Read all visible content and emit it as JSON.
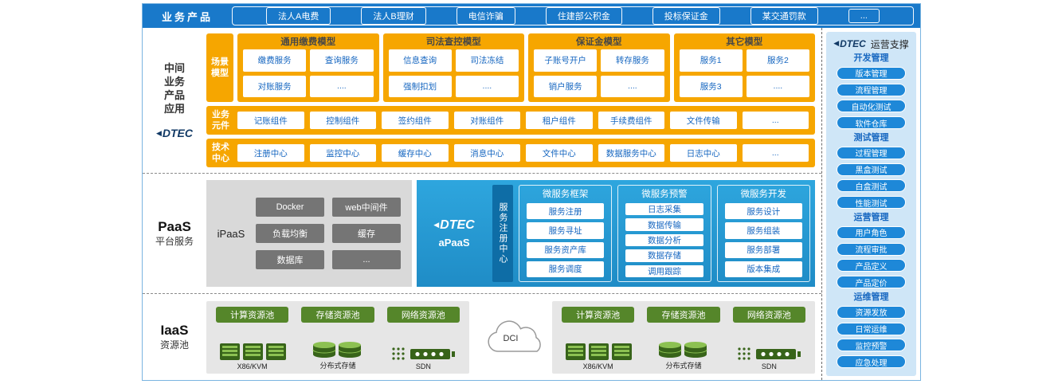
{
  "top_bar": {
    "label": "业务产品",
    "products": [
      "法人A电费",
      "法人B理财",
      "电信诈骗",
      "住建部公积金",
      "投标保证金",
      "某交通罚款",
      "..."
    ]
  },
  "middle": {
    "label_lines": [
      "中间",
      "业务",
      "产品",
      "应用"
    ],
    "brand": "DTEC",
    "scene_label": [
      "场景",
      "模型"
    ],
    "scene_groups": [
      {
        "title": "通用缴费模型",
        "items": [
          "缴费服务",
          "查询服务",
          "对账服务",
          "...."
        ]
      },
      {
        "title": "司法查控模型",
        "items": [
          "信息查询",
          "司法冻结",
          "强制扣划",
          "...."
        ]
      },
      {
        "title": "保证金模型",
        "items": [
          "子账号开户",
          "转存服务",
          "销户服务",
          "...."
        ]
      },
      {
        "title": "其它模型",
        "items": [
          "服务1",
          "服务2",
          "服务3",
          "...."
        ]
      }
    ],
    "business_label": [
      "业务",
      "元件"
    ],
    "business_items": [
      "记账组件",
      "控制组件",
      "签约组件",
      "对账组件",
      "租户组件",
      "手续费组件",
      "文件传输",
      "..."
    ],
    "tech_label": [
      "技术",
      "中心"
    ],
    "tech_items": [
      "注册中心",
      "监控中心",
      "缓存中心",
      "消息中心",
      "文件中心",
      "数据服务中心",
      "日志中心",
      "..."
    ]
  },
  "paas": {
    "label": "PaaS",
    "sublabel": "平台服务",
    "ipaas": {
      "label": "iPaaS",
      "items": [
        "Docker",
        "web中间件",
        "负载均衡",
        "缓存",
        "数据库",
        "..."
      ]
    },
    "apaas": {
      "brand": "DTEC",
      "label": "aPaaS",
      "register": "服务注册中心",
      "columns": [
        {
          "title": "微服务框架",
          "items": [
            "服务注册",
            "服务寻址",
            "服务资产库",
            "服务调度"
          ]
        },
        {
          "title": "微服务预警",
          "items": [
            "日志采集",
            "数据传输",
            "数据分析",
            "数据存储",
            "调用跟踪"
          ]
        },
        {
          "title": "微服务开发",
          "items": [
            "服务设计",
            "服务组装",
            "服务部署",
            "版本集成"
          ]
        }
      ]
    }
  },
  "iaas": {
    "label": "IaaS",
    "sublabel": "资源池",
    "dci": "DCI",
    "pools": [
      "计算资源池",
      "存储资源池",
      "网络资源池"
    ],
    "hardware": [
      "X86/KVM",
      "分布式存储",
      "SDN"
    ]
  },
  "sidebar": {
    "brand": "DTEC",
    "title": "运营支撑",
    "groups": [
      {
        "title": "开发管理",
        "items": [
          "版本管理",
          "流程管理",
          "自动化测试",
          "软件仓库"
        ]
      },
      {
        "title": "测试管理",
        "items": [
          "过程管理",
          "黑盒测试",
          "白盒测试",
          "性能测试"
        ]
      },
      {
        "title": "运营管理",
        "items": [
          "用户角色",
          "流程审批",
          "产品定义",
          "产品定价"
        ]
      },
      {
        "title": "运维管理",
        "items": [
          "资源发放",
          "日常运维",
          "监控预警",
          "应急处理"
        ]
      }
    ]
  },
  "colors": {
    "bar_blue": "#1979ca",
    "orange": "#f6a600",
    "apaas_blue": "#29a0d8",
    "green": "#55862a",
    "sidebar_btn": "#1e88d8"
  }
}
